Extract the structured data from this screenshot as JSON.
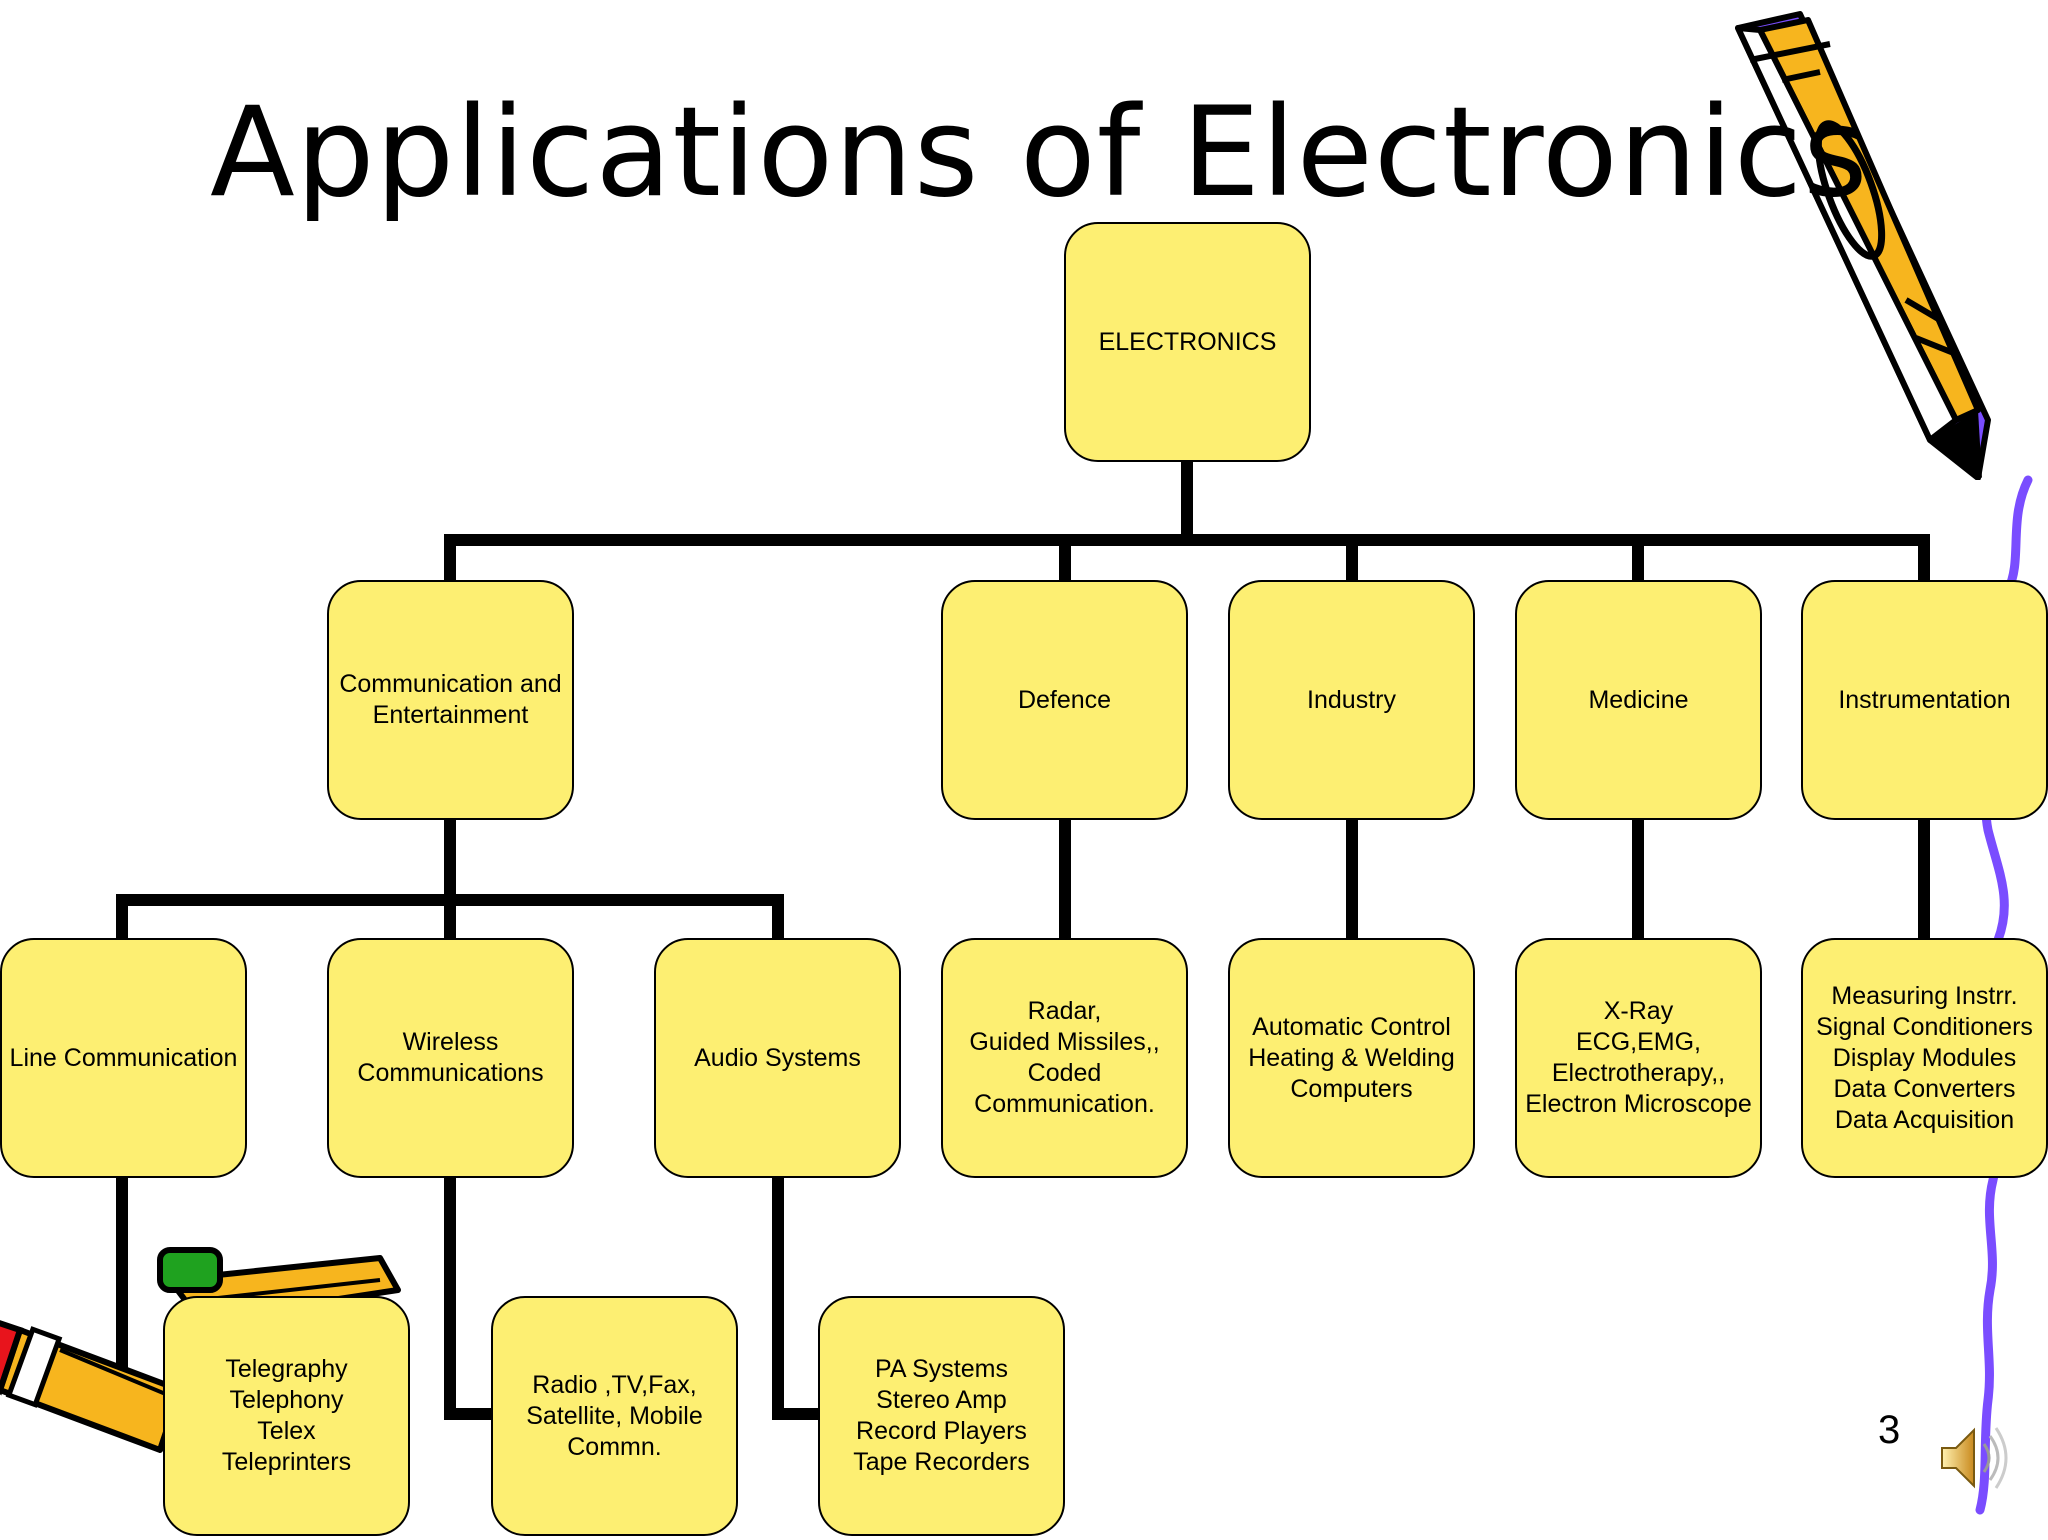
{
  "slide": {
    "title": "Applications of Electronics",
    "page_number": "3"
  },
  "diagram": {
    "root": "ELECTRONICS",
    "level1": [
      "Communication and\nEntertainment",
      "Defence",
      "Industry",
      "Medicine",
      "Instrumentation"
    ],
    "level2": [
      "Line Communication",
      "Wireless\nCommunications",
      "Audio Systems",
      "Radar,\nGuided Missiles,,\nCoded\nCommunication.",
      "Automatic Control\nHeating & Welding\nComputers",
      "X-Ray\nECG,EMG,\nElectrotherapy,,\nElectron Microscope",
      "Measuring Instrr.\nSignal Conditioners\nDisplay Modules\nData Converters\nData Acquisition"
    ],
    "level3": [
      "Telegraphy\nTelephony\nTelex\nTeleprinters",
      "Radio ,TV,Fax,\nSatellite, Mobile\nCommn.",
      "PA Systems\nStereo Amp\nRecord Players\nTape Recorders"
    ]
  },
  "colors": {
    "box_fill": "#fdef72",
    "line": "#000000",
    "pencil_yellow": "#f7b51e",
    "pencil_purple": "#7a4dff",
    "eraser_red": "#e8141c",
    "eraser_green": "#1fa21f"
  },
  "icons": [
    "pencil-icon",
    "pencils-icon",
    "squiggle-line",
    "speaker-icon"
  ]
}
